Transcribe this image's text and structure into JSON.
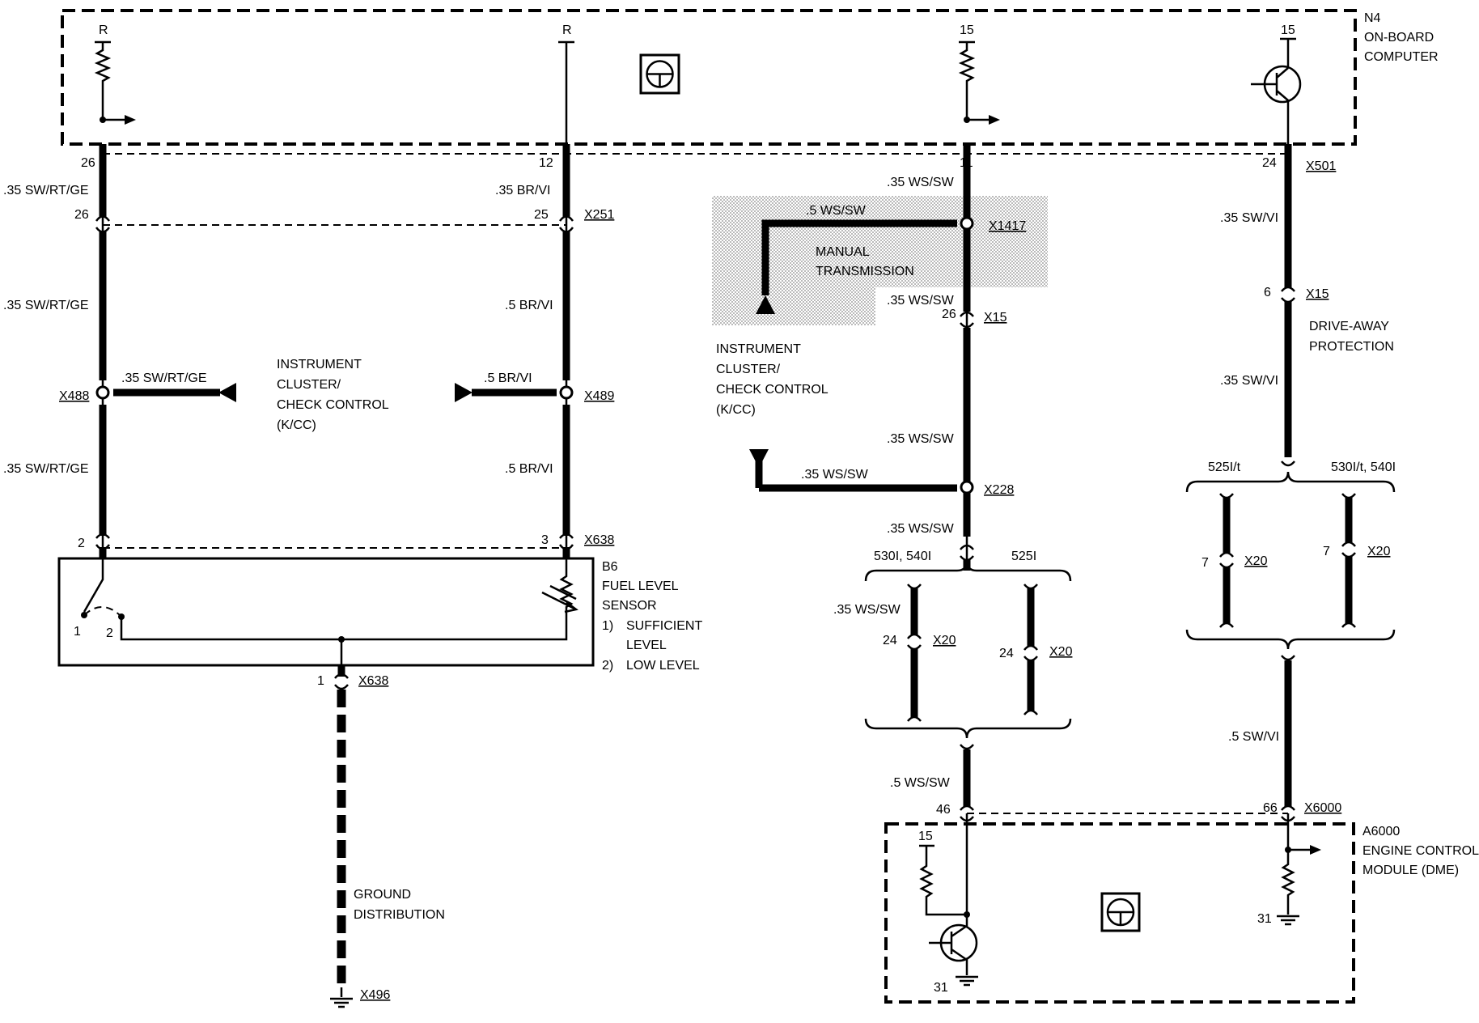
{
  "modules": {
    "n4": {
      "code": "N4",
      "line1": "ON-BOARD",
      "line2": "COMPUTER"
    },
    "a6000": {
      "code": "A6000",
      "line1": "ENGINE CONTROL",
      "line2": "MODULE (DME)"
    },
    "b6": {
      "code": "B6",
      "line1": "FUEL LEVEL",
      "line2": "SENSOR",
      "opt1_num": "1)",
      "opt1_a": "SUFFICIENT",
      "opt1_b": "LEVEL",
      "opt2_num": "2)",
      "opt2": "LOW LEVEL"
    }
  },
  "supply": {
    "r1": "R",
    "r2": "R",
    "s15a": "15",
    "s15b": "15",
    "s15c": "15"
  },
  "grounds": {
    "g31a": "31",
    "g31b": "31"
  },
  "pins": {
    "p26top": "26",
    "p26b": "26",
    "p12": "12",
    "p25": "25",
    "p11": "11",
    "p24top": "24",
    "p26x15": "26",
    "p6": "6",
    "p2": "2",
    "p3": "3",
    "p1": "1",
    "p24a": "24",
    "p24b": "24",
    "p7a": "7",
    "p7b": "7",
    "p46": "46",
    "p66": "66",
    "sw1": "1",
    "sw2": "2"
  },
  "connectors": {
    "x251": "X251",
    "x501": "X501",
    "x1417": "X1417",
    "x15a": "X15",
    "x15b": "X15",
    "x488": "X488",
    "x489": "X489",
    "x228": "X228",
    "x638a": "X638",
    "x638b": "X638",
    "x20a": "X20",
    "x20b": "X20",
    "x20c": "X20",
    "x20d": "X20",
    "x6000": "X6000",
    "x496": "X496"
  },
  "wires": {
    "w1": ".35 SW/RT/GE",
    "w2": ".35 SW/RT/GE",
    "w3": ".35 SW/RT/GE",
    "w4": ".35 SW/RT/GE",
    "w5": ".35 BR/VI",
    "w6": ".5 BR/VI",
    "w7": ".5 BR/VI",
    "w8": ".5 BR/VI",
    "w9": ".35 WS/SW",
    "w10": ".5 WS/SW",
    "w11": ".35 WS/SW",
    "w12": ".35 WS/SW",
    "w13": ".35 WS/SW",
    "w14": ".35 WS/SW",
    "w15": ".35 WS/SW",
    "w16": ".5 WS/SW",
    "w17": ".35 SW/VI",
    "w18": ".35 SW/VI",
    "w19": ".5 SW/VI"
  },
  "labels": {
    "manual1": "MANUAL",
    "manual2": "TRANSMISSION",
    "ic1_a": "INSTRUMENT",
    "ic1_b": "CLUSTER/",
    "ic1_c": "CHECK CONTROL",
    "ic1_d": "(K/CC)",
    "ic2_a": "INSTRUMENT",
    "ic2_b": "CLUSTER/",
    "ic2_c": "CHECK CONTROL",
    "ic2_d": "(K/CC)",
    "dap1": "DRIVE-AWAY",
    "dap2": "PROTECTION",
    "gd1": "GROUND",
    "gd2": "DISTRIBUTION",
    "v1l": "530I, 540I",
    "v1r": "525I",
    "v2l": "525I/t",
    "v2r": "530I/t, 540I"
  }
}
